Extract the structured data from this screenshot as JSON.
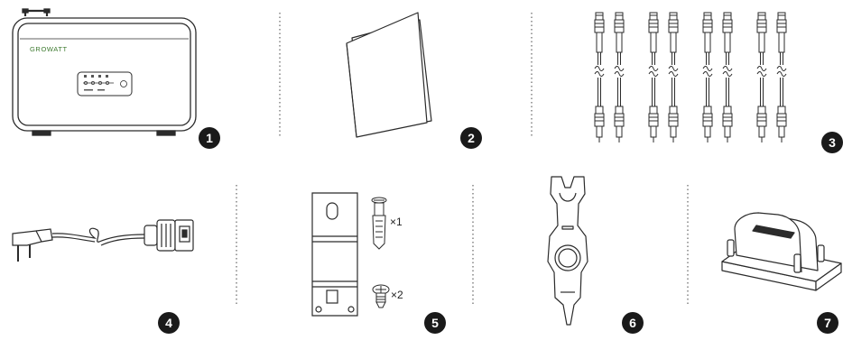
{
  "brand": {
    "logo_text": "GROWATT",
    "accent": "#6aa84f"
  },
  "items": [
    {
      "number": "1",
      "name": "inverter"
    },
    {
      "number": "2",
      "name": "manual"
    },
    {
      "number": "3",
      "name": "pv-connectors"
    },
    {
      "number": "4",
      "name": "power-cable"
    },
    {
      "number": "5",
      "name": "mounting-bracket",
      "screw_top_qty": "×1",
      "screw_bottom_qty": "×2"
    },
    {
      "number": "6",
      "name": "connector-wrench"
    },
    {
      "number": "7",
      "name": "terminal-cover"
    }
  ],
  "colors": {
    "line": "#2b2b2b",
    "badge": "#1a1a1a",
    "divider": "#444444"
  }
}
